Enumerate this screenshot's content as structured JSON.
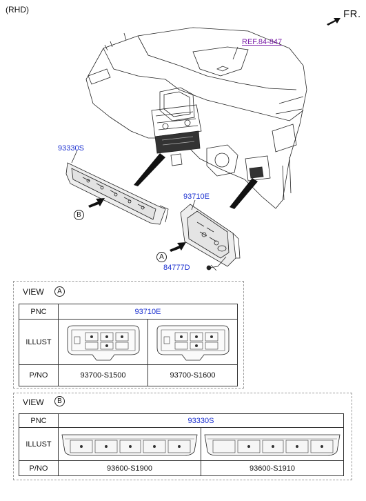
{
  "header": {
    "variant": "(RHD)",
    "direction": "FR."
  },
  "callouts": {
    "ref": "REF.84-847",
    "part_a": "93330S",
    "part_b": "93710E",
    "screw": "84777D",
    "view_b_marker": "B",
    "view_a_marker": "A"
  },
  "view_a": {
    "title": "VIEW",
    "marker": "A",
    "rows": {
      "pnc": "PNC",
      "illust": "ILLUST",
      "pno": "P/NO"
    },
    "pnc_value": "93710E",
    "part_numbers": [
      "93700-S1500",
      "93700-S1600"
    ]
  },
  "view_b": {
    "title": "VIEW",
    "marker": "B",
    "rows": {
      "pnc": "PNC",
      "illust": "ILLUST",
      "pno": "P/NO"
    },
    "pnc_value": "93330S",
    "part_numbers": [
      "93600-S1900",
      "93600-S1910"
    ]
  },
  "colors": {
    "pnc_text": "#1a2fd0",
    "ref_text": "#7a1ea8",
    "line": "#333333"
  }
}
